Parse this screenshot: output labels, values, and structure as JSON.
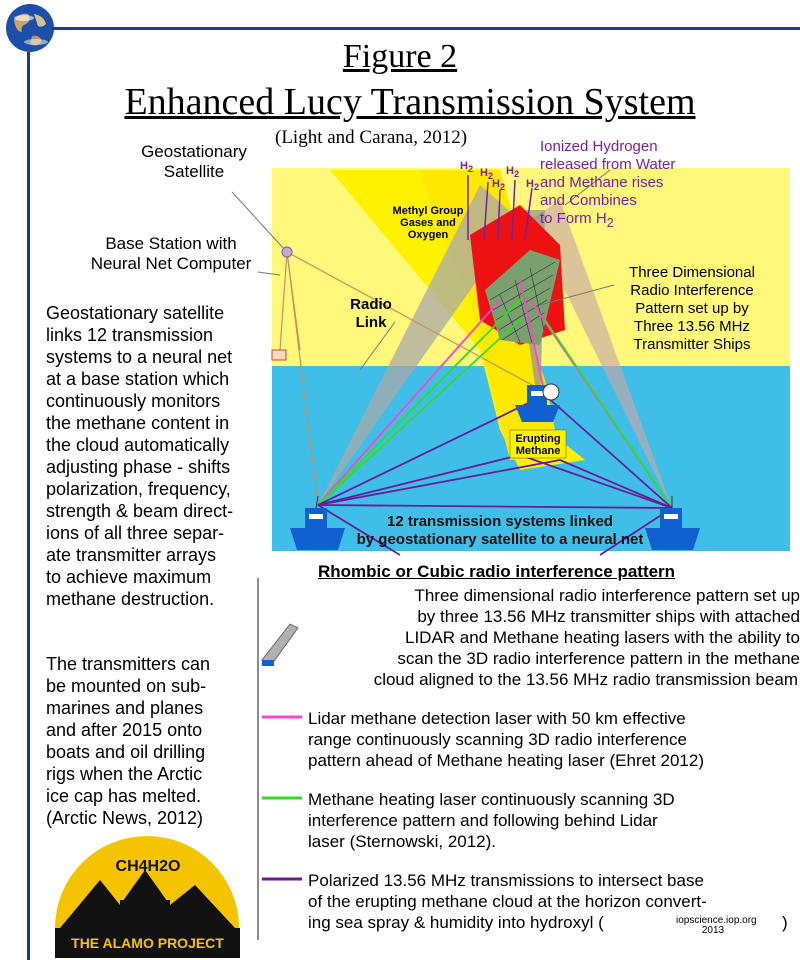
{
  "header": {
    "figure_label": "Figure 2",
    "title": "Enhanced  Lucy Transmission System",
    "citation": "(Light and Carana, 2012)"
  },
  "labels": {
    "geo_satellite": [
      "Geostationary",
      "Satellite"
    ],
    "base_station": [
      "Base Station with",
      "Neural Net Computer"
    ],
    "radio_link": [
      "Radio",
      "Link"
    ],
    "ionized": [
      "Ionized Hydrogen",
      "released from Water",
      "and Methane rises",
      "and Combines",
      "to Form H"
    ],
    "ionized_sub": "2",
    "three_d": [
      "Three Dimensional",
      "Radio Interference",
      "Pattern set up by",
      "Three 13.56 MHz",
      "Transmitter Ships"
    ],
    "methyl": [
      "Methyl Group",
      "Gases and",
      "Oxygen"
    ],
    "erupting": [
      "Erupting",
      "Methane"
    ],
    "linked": [
      "12 transmission  systems linked",
      "by geostationary satellite to a neural net"
    ],
    "h2": "H",
    "h2_sub": "2"
  },
  "left_text": {
    "paragraph1": [
      "Geostationary satellite",
      "links 12  transmission",
      "systems to a neural net",
      "at a base station which",
      "continuously  monitors",
      "the methane content in",
      "the cloud automatically",
      "adjusting phase - shifts",
      "polarization, frequency,",
      "strength & beam direct-",
      "ions of all three separ-",
      "ate transmitter arrays",
      "to achieve maximum",
      "methane destruction."
    ],
    "paragraph2": [
      "The transmitters can",
      "be mounted on sub-",
      "marines  and planes",
      "and  after 2015 onto",
      "boats and oil  drilling",
      "rigs when the  Arctic",
      "ice cap  has melted.",
      "(Arctic News, 2012)"
    ]
  },
  "legend": {
    "heading": "Rhombic or Cubic radio interference pattern",
    "intro": [
      "Three  dimensional radio  interference pattern set up",
      "by three 13.56 MHz transmitter ships  with   attached",
      "LIDAR and Methane heating lasers with the ability to",
      "scan the 3D radio interference pattern in the methane",
      "cloud aligned to the 13.56 MHz radio transmission beam"
    ],
    "items": [
      {
        "color": "#ff44cc",
        "lines": [
          "Lidar methane detection laser with 50 km effective",
          "range continuously scanning 3D radio interference",
          "pattern ahead of Methane heating laser (Ehret 2012)"
        ]
      },
      {
        "color": "#33dd22",
        "lines": [
          "Methane heating laser continuously scanning 3D",
          "interference pattern and following behind Lidar",
          "laser (Sternowski, 2012)."
        ]
      },
      {
        "color": "#6a1b9a",
        "lines": [
          "Polarized 13.56 MHz transmissions to intersect base",
          "of the erupting methane cloud at the horizon convert-",
          "ing sea spray & humidity into hydroxyl ("
        ]
      }
    ],
    "close_paren": ")",
    "source": [
      "iopscience.iop.org",
      "2013"
    ]
  },
  "logo": {
    "formula": "CH4H2O",
    "name": "THE ALAMO PROJECT"
  },
  "colors": {
    "sky_yellow": "#fff200",
    "sea_blue": "#3fbfe8",
    "red": "#ee1111",
    "purple": "#6a1b9a",
    "pink": "#ff44cc",
    "green": "#33dd22",
    "ship_blue": "#1060d0"
  }
}
